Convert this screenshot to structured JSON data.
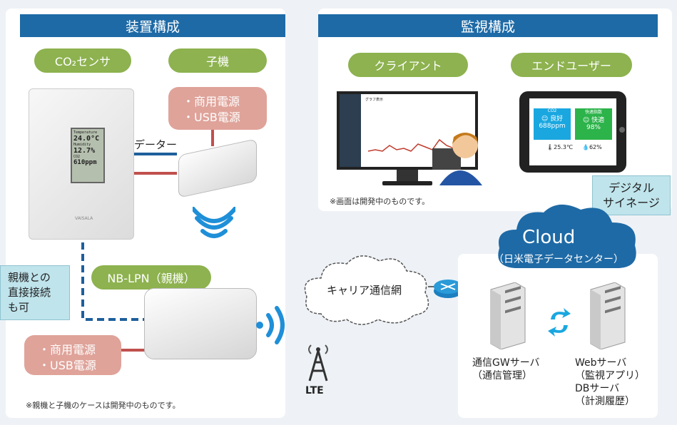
{
  "left": {
    "header": "装置構成",
    "co2_label": "CO₂センサ",
    "child_label": "子機",
    "child_power": [
      "・商用電源",
      "・USB電源"
    ],
    "data_label": "データー",
    "sensor_screen": {
      "title": "Temperature",
      "temp": "24.0°C",
      "hum_label": "Humidity",
      "hum": "12.7%",
      "co2_label": "CO2",
      "co2": "610ppm",
      "brand": "VAISALA"
    },
    "parent_label": "NB-LPN（親機）",
    "parent_power": [
      "・商用電源",
      "・USB電源"
    ],
    "direct_callout": [
      "親機との",
      "直接接続",
      "も可"
    ],
    "footnote": "※親機と子機のケースは開発中のものです。"
  },
  "right": {
    "header": "監視構成",
    "client_label": "クライアント",
    "enduser_label": "エンドユーザー",
    "screen_note": "※画面は開発中のものです。",
    "signage_callout": [
      "デジタル",
      "サイネージ"
    ],
    "tablet": {
      "co2_title": "CO2",
      "co2_status": "☺ 良好",
      "co2_value": "688ppm",
      "comfort_title": "快適指数",
      "comfort_status": "☺ 快適",
      "comfort_value": "98%",
      "temp": "🌡25.3℃",
      "hum": "💧62%"
    },
    "app_title": "グラフ表示"
  },
  "network": {
    "carrier": "キャリア通信網",
    "lte": "LTE",
    "cloud_title": "Cloud",
    "cloud_sub": "（日米電子データセンター）",
    "server1": [
      "通信GWサーバ",
      "（通信管理）"
    ],
    "server2": [
      "Webサーバ",
      "（監視アプリ）",
      "DBサーバ",
      "（計測履歴）"
    ]
  },
  "colors": {
    "header": "#1e6aa6",
    "pill": "#8db24f",
    "power": "#dfa39a",
    "callout": "#bfe4ec",
    "cloud": "#1e6aa6",
    "line_red": "#c0504d",
    "line_blue": "#1e5f9c"
  }
}
